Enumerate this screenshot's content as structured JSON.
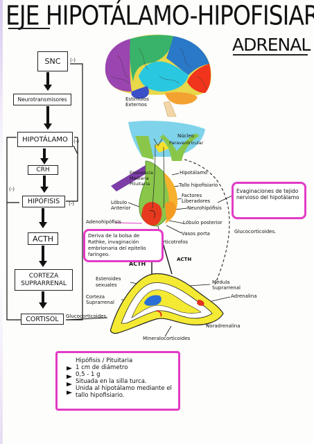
{
  "title": "EJE HIPOTÁLAMO-HIPOFISIARIO -",
  "subtitle": "ADRENAL",
  "flow": {
    "snc": "SNC",
    "neurotransmisores": "Neurotransmisores",
    "hipotalamo": "HIPOTÁLAMO",
    "crh": "CRH",
    "hipofisis": "HIPÓFISIS",
    "acth": "ACTH",
    "corteza": "CORTEZA SUPRARRENAL",
    "cortisol": "CORTISOL",
    "glucocorticoides": "Glucocorticoides",
    "minus": "(-)"
  },
  "brain": {
    "estimulos": "Estímulos Externos"
  },
  "hypophysis": {
    "nucleo": "Núcleo",
    "paraventricular": "Paraventricular",
    "hipotalamo": "Hipotálamo",
    "tallo": "Tallo hipofisiario",
    "factores": "Factores Liberadores",
    "neurohipofisis": "Neurohipófisis",
    "eminencia": "Eminencia Mediana Pituitaria",
    "lobulo_anterior": "Lóbulo Anterior",
    "adenohipofisis": "Adenohipófisis",
    "lobulo_posterior": "Lóbulo posterior",
    "vasos": "Vasos porta",
    "corticotrofos": "Corticotrofos",
    "glucocorticoides": "Glucocorticoides.",
    "acth_left": "ACTH",
    "acth_right": "ACTH",
    "evaginaciones": "Evaginaciones de tejido nervioso del hipotálamo",
    "deriva": "Deriva de la bolsa de Rathke, invaginación embrionaria del epitelio faríngeo."
  },
  "adrenal": {
    "esteroides": "Esteroides sexuales",
    "corteza": "Corteza Suprarrenal",
    "medula": "Médula Suprarrenal",
    "adrenalina": "Adrenalina",
    "noradrenalina": "Noradrenalina",
    "mineralocorticoides": "Mineralocorticoides"
  },
  "note": {
    "lines": [
      "Hipófisis / Pituitaria",
      "1 cm de diámetro",
      "0,5 - 1 g",
      "Situada en la silla turca.",
      "Unida al hipotálamo mediante el tallo hipofisiario."
    ]
  },
  "colors": {
    "pink": "#e23bc6",
    "red": "#e0321e",
    "yellow": "#f7ea2a",
    "blue": "#2b6fd6",
    "green": "#36b04a"
  }
}
